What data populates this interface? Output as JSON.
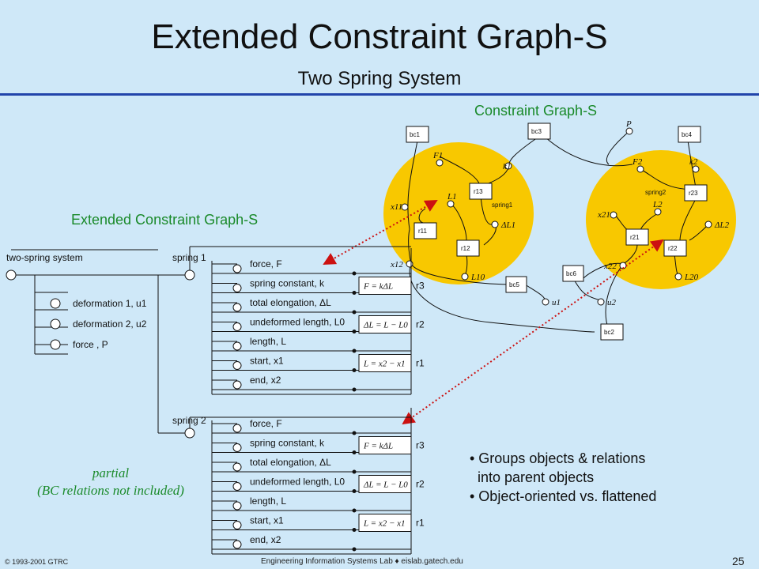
{
  "title": "Extended Constraint Graph-S",
  "subtitle": "Two Spring System",
  "cg_label": "Constraint Graph-S",
  "ecg_label": "Extended Constraint Graph-S",
  "partial_note": [
    "partial",
    "(BC relations not included)"
  ],
  "bullets": [
    "• Groups objects & relations",
    "  into parent objects",
    "• Object-oriented vs. flattened"
  ],
  "footer": {
    "copyright": "© 1993-2001  GTRC",
    "lab": "Engineering Information Systems Lab ♦ eislab.gatech.edu",
    "page": "25"
  },
  "tree": {
    "root": "two-spring system",
    "root_children": [
      "deformation 1, u1",
      "deformation 2, u2",
      "force , P"
    ],
    "spring1": "spring 1",
    "spring2": "spring 2",
    "spring_attrs": [
      "force, F",
      "spring constant, k",
      "total elongation, ΔL",
      "undeformed length, L0",
      "length, L",
      "start, x1",
      "end, x2"
    ],
    "relations": [
      {
        "eq": "F = kΔL",
        "name": "r3"
      },
      {
        "eq": "ΔL = L − L0",
        "name": "r2"
      },
      {
        "eq": "L = x2 − x1",
        "name": "r1"
      }
    ]
  },
  "graph": {
    "bc_labels": [
      "bc1",
      "bc3",
      "bc4",
      "bc5",
      "bc6",
      "bc2"
    ],
    "relation_labels": [
      "r13",
      "r11",
      "r12",
      "r23",
      "r21",
      "r22"
    ],
    "groups": [
      "spring1",
      "spring2"
    ],
    "vars1": [
      "F1",
      "k1",
      "L1",
      "ΔL1",
      "x11",
      "x12",
      "L10"
    ],
    "vars2": [
      "F2",
      "k2",
      "L2",
      "ΔL2",
      "x21",
      "x22",
      "L20"
    ],
    "ext_vars": [
      "P",
      "u1",
      "u2"
    ]
  },
  "colors": {
    "background": "#cfe8f8",
    "ellipse": "#f8c800",
    "arrow": "#cc1111",
    "green_text": "#1a8a2a"
  }
}
